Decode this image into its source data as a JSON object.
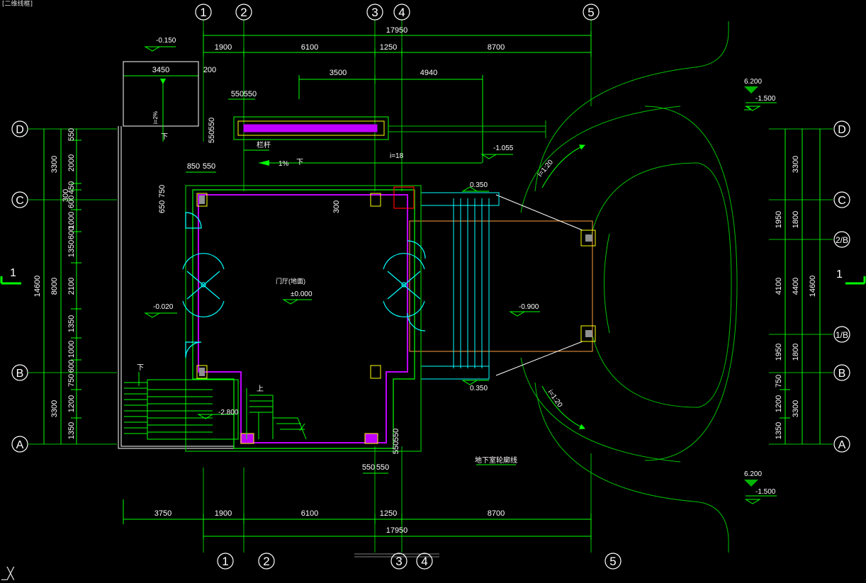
{
  "viewport": {
    "tab": "[二维线框]",
    "ucs_icon": "ucs-icon"
  },
  "grid": {
    "columns": [
      "1",
      "2",
      "3",
      "4",
      "5"
    ],
    "rows": [
      "D",
      "C",
      "2/B",
      "1/B",
      "B",
      "A"
    ],
    "section_mark": "1"
  },
  "dimensions": {
    "top_total": "17950",
    "top_bays": [
      "1900",
      "6100",
      "1250",
      "8700"
    ],
    "canopy_width": "3450",
    "canopy_gap": "200",
    "beam_dims": [
      "3500",
      "4940"
    ],
    "col_top": [
      "550",
      "550"
    ],
    "col_mid": [
      "850",
      "550"
    ],
    "col_left_vert": [
      "650",
      "750"
    ],
    "col_bottom": [
      "550",
      "550"
    ],
    "col_right_vert": [
      "550",
      "550"
    ],
    "col_top_vert": [
      "550",
      "550"
    ],
    "dim_300": "300",
    "bottom_bays": [
      "3750",
      "1900",
      "6100",
      "1250",
      "8700"
    ],
    "bottom_total": "17950",
    "left_outer": [
      "3300",
      "8000",
      "3300"
    ],
    "left_total": "14600",
    "left_inner": [
      "550",
      "2000",
      "300",
      "450",
      "600",
      "1000",
      "600",
      "1350",
      "2100",
      "1350",
      "1000",
      "600",
      "750",
      "1200",
      "1350"
    ],
    "right_outer": [
      "3300",
      "4400",
      "3300"
    ],
    "right_total": "14600",
    "right_mid": [
      "1950",
      "4100",
      "1950"
    ],
    "right_inner": [
      "1800",
      "1800",
      "750",
      "1200",
      "1350"
    ]
  },
  "elevations": {
    "top_left": "-0.150",
    "right_top_1": "6.200",
    "right_top_2": "-1.500",
    "right_bot_1": "6.200",
    "right_bot_2": "-1.500",
    "ramp": "-1.055",
    "step_top": "0.350",
    "step_bot": "0.350",
    "plaza": "-0.900",
    "hall": "±0.000",
    "left_yard": "-0.020",
    "basement_stair": "-2.800"
  },
  "labels": {
    "railing": "栏杆",
    "slope_pct": "1%",
    "slope_ratio": "i=18",
    "down_1": "下",
    "down_2": "下",
    "down_3": "下",
    "up": "上",
    "canopy_slope": "i=2%",
    "ramp_slope_1": "i=1:20",
    "ramp_slope_2": "i=1:20",
    "room_name": "门厅(地面)",
    "basement_outline": "地下室轮廓线"
  },
  "colors": {
    "dim": "#00ff00",
    "wall": "#c000ff",
    "column": "#ffff00",
    "door": "#00ffff",
    "stair": "#00ff00",
    "ramp": "#ffa040",
    "grid_bubble": "#ffffff"
  }
}
